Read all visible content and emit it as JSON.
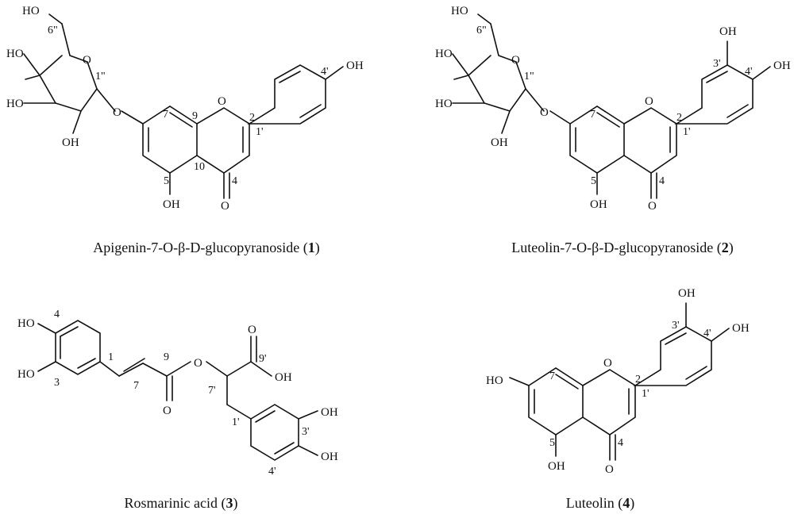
{
  "compounds": [
    {
      "name": "Apigenin-7-O-β-D-glucopyranoside",
      "number": "1",
      "atom_labels": [
        "HO",
        "HO",
        "HO",
        "OH",
        "O",
        "O",
        "O",
        "OH",
        "O",
        "OH"
      ],
      "locants": [
        "6\"",
        "1\"",
        "7",
        "9",
        "2",
        "1'",
        "4'",
        "5",
        "10",
        "4"
      ]
    },
    {
      "name": "Luteolin-7-O-β-D-glucopyranoside",
      "number": "2",
      "atom_labels": [
        "HO",
        "HO",
        "HO",
        "OH",
        "O",
        "O",
        "O",
        "OH",
        "O",
        "OH",
        "OH"
      ],
      "locants": [
        "6\"",
        "1\"",
        "7",
        "2",
        "1'",
        "3'",
        "4'",
        "5",
        "4"
      ]
    },
    {
      "name": "Rosmarinic acid",
      "number": "3",
      "atom_labels": [
        "HO",
        "HO",
        "O",
        "O",
        "O",
        "OH",
        "OH",
        "OH"
      ],
      "locants": [
        "4",
        "3",
        "1",
        "7",
        "9",
        "9'",
        "7'",
        "1'",
        "3'",
        "4'"
      ]
    },
    {
      "name": "Luteolin",
      "number": "4",
      "atom_labels": [
        "HO",
        "O",
        "OH",
        "O",
        "OH",
        "OH"
      ],
      "locants": [
        "7",
        "2",
        "1'",
        "3'",
        "4'",
        "5",
        "4"
      ]
    }
  ]
}
